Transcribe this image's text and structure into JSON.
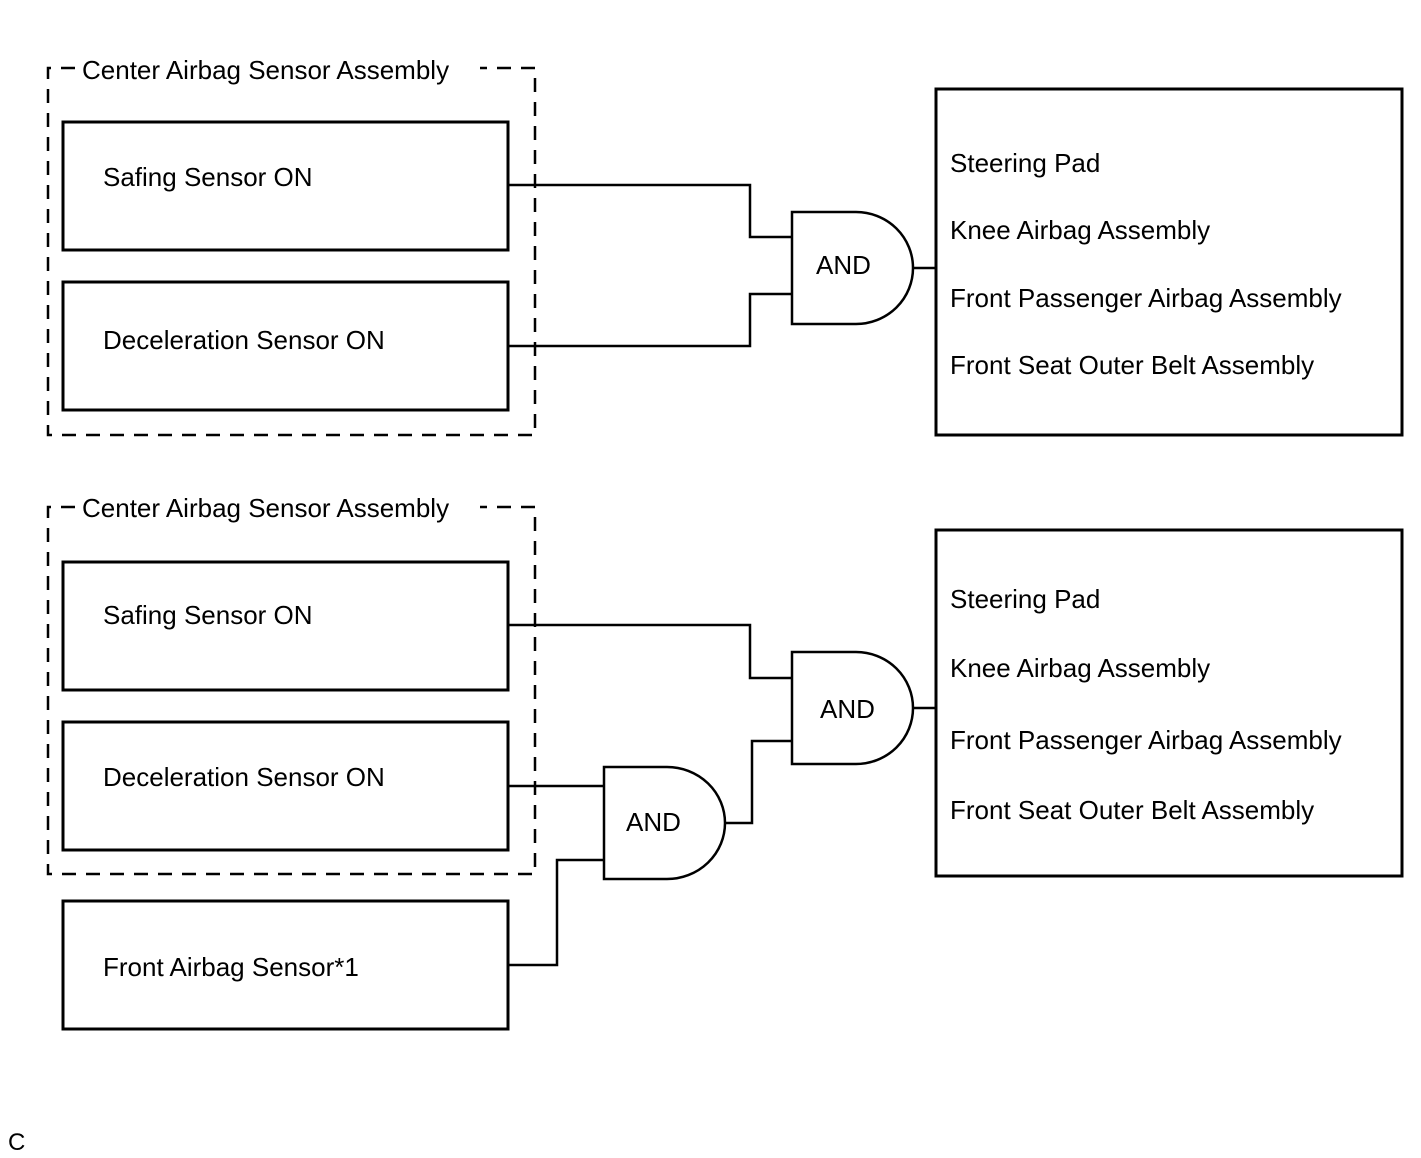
{
  "diagrams": [
    {
      "group_label": "Center Airbag Sensor Assembly",
      "inputs": [
        "Safing Sensor ON",
        "Deceleration Sensor ON"
      ],
      "gate_label": "AND",
      "outputs": [
        "Steering Pad",
        "Knee Airbag Assembly",
        "Front Passenger Airbag Assembly",
        "Front Seat Outer Belt Assembly"
      ]
    },
    {
      "group_label": "Center Airbag Sensor Assembly",
      "inputs": [
        "Safing Sensor ON",
        "Deceleration Sensor ON"
      ],
      "extra_input": "Front Airbag Sensor*1",
      "inner_gate_label": "AND",
      "gate_label": "AND",
      "outputs": [
        "Steering Pad",
        "Knee Airbag Assembly",
        "Front Passenger Airbag Assembly",
        "Front Seat Outer Belt Assembly"
      ]
    }
  ],
  "corner_label": "C"
}
